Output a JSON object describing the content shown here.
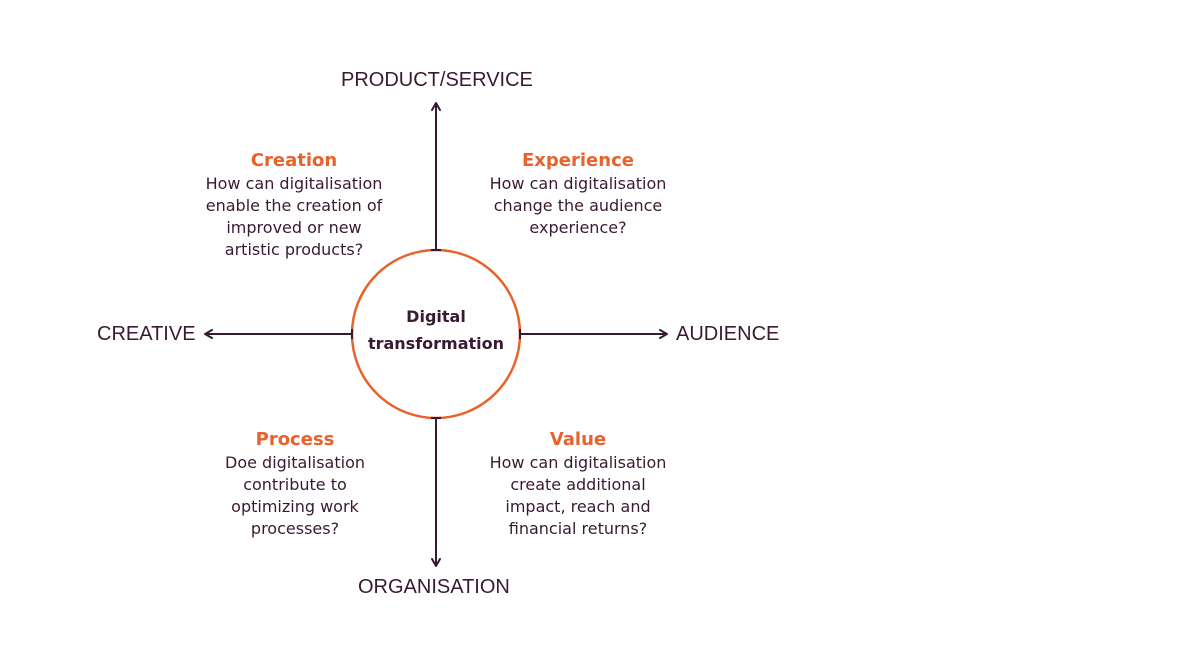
{
  "center": {
    "line1": "Digital",
    "line2": "transformation"
  },
  "axes": {
    "top": "PRODUCT/SERVICE",
    "bottom": "ORGANISATION",
    "left": "CREATIVE",
    "right": "AUDIENCE"
  },
  "quadrants": {
    "top_left": {
      "title": "Creation",
      "lines": [
        "How can digitalisation",
        "enable the creation of",
        "improved or new",
        "artistic products?"
      ]
    },
    "top_right": {
      "title": "Experience",
      "lines": [
        "How can digitalisation",
        "change the audience",
        "experience?"
      ]
    },
    "bottom_left": {
      "title": "Process",
      "lines": [
        "Doe digitalisation",
        "contribute to",
        "optimizing work",
        "processes?"
      ]
    },
    "bottom_right": {
      "title": "Value",
      "lines": [
        "How can digitalisation",
        "create additional",
        "impact, reach and",
        "financial returns?"
      ]
    }
  },
  "colors": {
    "accent": "#e8622c",
    "ink": "#3a1a33",
    "background": "#ffffff"
  }
}
